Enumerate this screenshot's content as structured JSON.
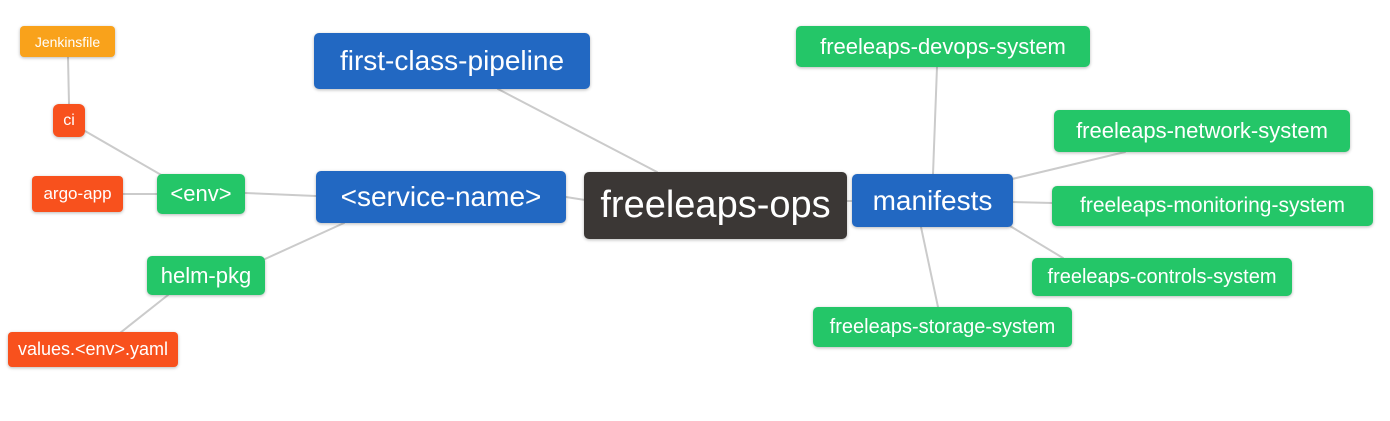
{
  "diagram": {
    "type": "mindmap",
    "background": "#ffffff",
    "colors": {
      "root_node": "#3b3735",
      "branch_node_blue": "#2268c2",
      "leaf_node_green": "#24c668",
      "leaf_node_red": "#f8511d",
      "leaf_node_orange": "#f9a21b",
      "edge_line": "#cbcbcb",
      "node_text": "#ffffff"
    }
  },
  "nodes": {
    "freeleaps_ops": {
      "label": "freeleaps-ops",
      "color": "#3b3735",
      "role": "root"
    },
    "first_class_pipeline": {
      "label": "first-class-pipeline",
      "color": "#2268c2",
      "role": "branch"
    },
    "service_name": {
      "label": "<service-name>",
      "color": "#2268c2",
      "role": "branch"
    },
    "manifests": {
      "label": "manifests",
      "color": "#2268c2",
      "role": "branch"
    },
    "env": {
      "label": "<env>",
      "color": "#24c668",
      "role": "leaf"
    },
    "helm_pkg": {
      "label": "helm-pkg",
      "color": "#24c668",
      "role": "leaf"
    },
    "ci": {
      "label": "ci",
      "color": "#f8511d",
      "role": "leaf"
    },
    "argo_app": {
      "label": "argo-app",
      "color": "#f8511d",
      "role": "leaf"
    },
    "values_env_yaml": {
      "label": "values.<env>.yaml",
      "color": "#f8511d",
      "role": "leaf"
    },
    "jenkinsfile": {
      "label": "Jenkinsfile",
      "color": "#f9a21b",
      "role": "leaf"
    },
    "devops_system": {
      "label": "freeleaps-devops-system",
      "color": "#24c668",
      "role": "leaf"
    },
    "network_system": {
      "label": "freeleaps-network-system",
      "color": "#24c668",
      "role": "leaf"
    },
    "monitoring_system": {
      "label": "freeleaps-monitoring-system",
      "color": "#24c668",
      "role": "leaf"
    },
    "controls_system": {
      "label": "freeleaps-controls-system",
      "color": "#24c668",
      "role": "leaf"
    },
    "storage_system": {
      "label": "freeleaps-storage-system",
      "color": "#24c668",
      "role": "leaf"
    }
  },
  "edges": [
    {
      "from": "jenkinsfile",
      "to": "ci"
    },
    {
      "from": "ci",
      "to": "env"
    },
    {
      "from": "argo_app",
      "to": "env"
    },
    {
      "from": "env",
      "to": "service_name"
    },
    {
      "from": "helm_pkg",
      "to": "service_name"
    },
    {
      "from": "values_env_yaml",
      "to": "helm_pkg"
    },
    {
      "from": "first_class_pipeline",
      "to": "freeleaps_ops"
    },
    {
      "from": "service_name",
      "to": "freeleaps_ops"
    },
    {
      "from": "freeleaps_ops",
      "to": "manifests"
    },
    {
      "from": "manifests",
      "to": "devops_system"
    },
    {
      "from": "manifests",
      "to": "network_system"
    },
    {
      "from": "manifests",
      "to": "monitoring_system"
    },
    {
      "from": "manifests",
      "to": "controls_system"
    },
    {
      "from": "manifests",
      "to": "storage_system"
    }
  ]
}
